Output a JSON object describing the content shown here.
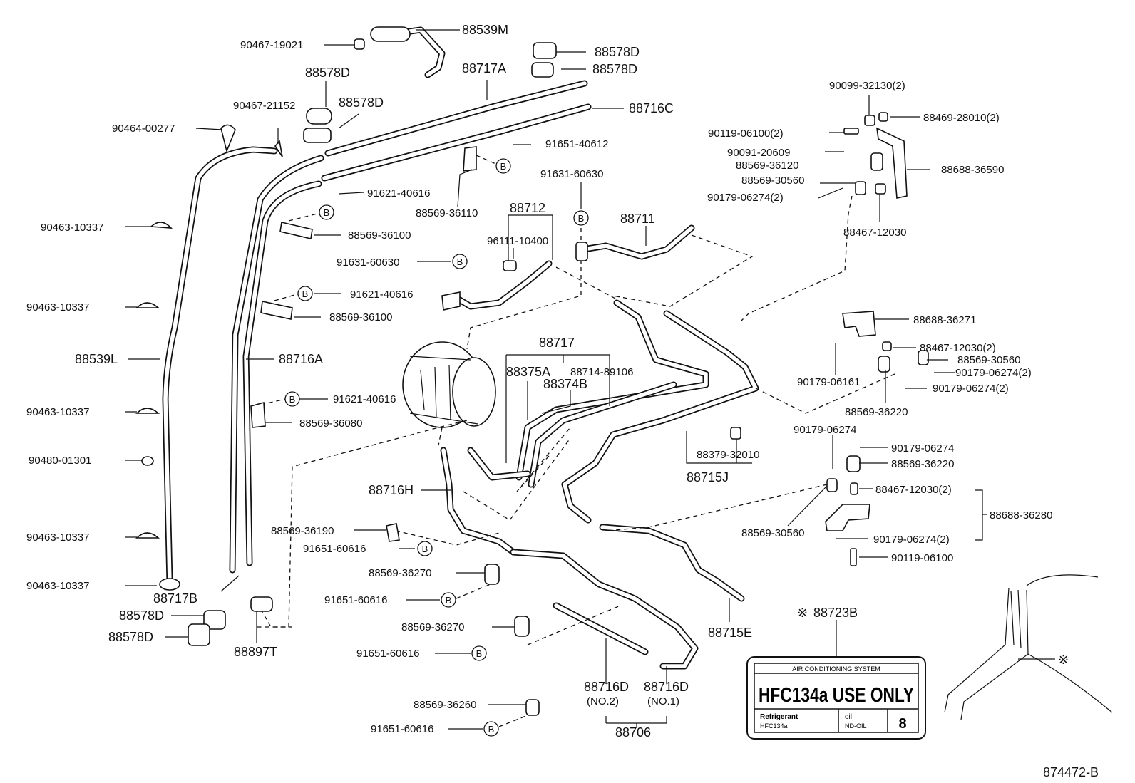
{
  "figure_id": "874472-B",
  "b_marker": "B",
  "asterisk": "※",
  "labels": {
    "p88539M": "88539M",
    "p90467_19021": "90467-19021",
    "p88578D_1": "88578D",
    "p88578D_2": "88578D",
    "p88717A": "88717A",
    "p88578D_3": "88578D",
    "p88578D_4": "88578D",
    "p90467_21152": "90467-21152",
    "p88716C": "88716C",
    "p90464_00277": "90464-00277",
    "p91651_40612": "91651-40612",
    "p91631_60630_a": "91631-60630",
    "p91621_40616_a": "91621-40616",
    "p88569_36110": "88569-36110",
    "p88712": "88712",
    "p88711": "88711",
    "p90463_10337_a": "90463-10337",
    "p88569_36100_a": "88569-36100",
    "p96111_10400": "96111-10400",
    "p91631_60630_b": "91631-60630",
    "p91621_40616_b": "91621-40616",
    "p90463_10337_b": "90463-10337",
    "p88569_36100_b": "88569-36100",
    "p88717": "88717",
    "p88539L": "88539L",
    "p88716A": "88716A",
    "p88375A": "88375A",
    "p88714_89106": "88714-89106",
    "p88374B": "88374B",
    "p91621_40616_c": "91621-40616",
    "p90463_10337_c": "90463-10337",
    "p88569_36080": "88569-36080",
    "p90480_01301": "90480-01301",
    "p88716H": "88716H",
    "p88569_36190": "88569-36190",
    "p90463_10337_d": "90463-10337",
    "p91651_60616_a": "91651-60616",
    "p88569_36270_a": "88569-36270",
    "p90463_10337_e": "90463-10337",
    "p88717B": "88717B",
    "p91651_60616_b": "91651-60616",
    "p88578D_5": "88578D",
    "p88569_36270_b": "88569-36270",
    "p88578D_6": "88578D",
    "p88897T": "88897T",
    "p91651_60616_c": "91651-60616",
    "p88569_36260": "88569-36260",
    "p91651_60616_d": "91651-60616",
    "p88716D_2": "88716D",
    "p88716D_1": "88716D",
    "p_no2": "(NO.2)",
    "p_no1": "(NO.1)",
    "p88706": "88706",
    "p88715E": "88715E",
    "p88379_32010": "88379-32010",
    "p88715J": "88715J",
    "p90099_32130": "90099-32130(2)",
    "p88469_28010": "88469-28010(2)",
    "p90119_06100_2": "90119-06100(2)",
    "p90091_20609": "90091-20609",
    "p88569_36120": "88569-36120",
    "p88688_36590": "88688-36590",
    "p88569_30560_a": "88569-30560",
    "p90179_06274_2a": "90179-06274(2)",
    "p88467_12030": "88467-12030",
    "p88688_36271": "88688-36271",
    "p88467_12030_2a": "88467-12030(2)",
    "p88569_30560_b": "88569-30560",
    "p90179_06161": "90179-06161",
    "p90179_06274_2b": "90179-06274(2)",
    "p90179_06274_2c": "90179-06274(2)",
    "p88569_36220_a": "88569-36220",
    "p90179_06274_a": "90179-06274",
    "p90179_06274_b": "90179-06274",
    "p88569_36220_b": "88569-36220",
    "p88467_12030_2b": "88467-12030(2)",
    "p88688_36280": "88688-36280",
    "p88569_30560_c": "88569-30560",
    "p90179_06274_2d": "90179-06274(2)",
    "p90119_06100": "90119-06100",
    "p88723B": "88723B"
  },
  "decal": {
    "system_title": "AIR CONDITIONING SYSTEM",
    "main_text": "HFC134a USE ONLY",
    "refrigerant_label": "Refrigerant",
    "refrigerant_value": "HFC134a",
    "oil_label": "oil",
    "oil_value": "ND-OIL",
    "capacity": "8"
  }
}
